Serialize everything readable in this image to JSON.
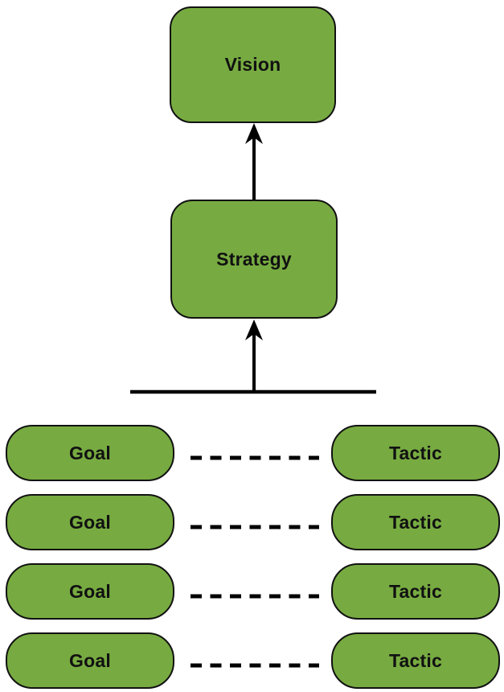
{
  "diagram": {
    "title_hint": "vision-strategy-goal-tactic-diagram",
    "nodes": {
      "vision": {
        "label": "Vision"
      },
      "strategy": {
        "label": "Strategy"
      }
    },
    "rows": [
      {
        "goal": "Goal",
        "tactic": "Tactic"
      },
      {
        "goal": "Goal",
        "tactic": "Tactic"
      },
      {
        "goal": "Goal",
        "tactic": "Tactic"
      },
      {
        "goal": "Goal",
        "tactic": "Tactic"
      }
    ],
    "colors": {
      "node_fill": "#77ab41",
      "node_stroke": "#121212",
      "connector": "#000000",
      "label_text": "#111111",
      "background": "#ffffff"
    }
  }
}
